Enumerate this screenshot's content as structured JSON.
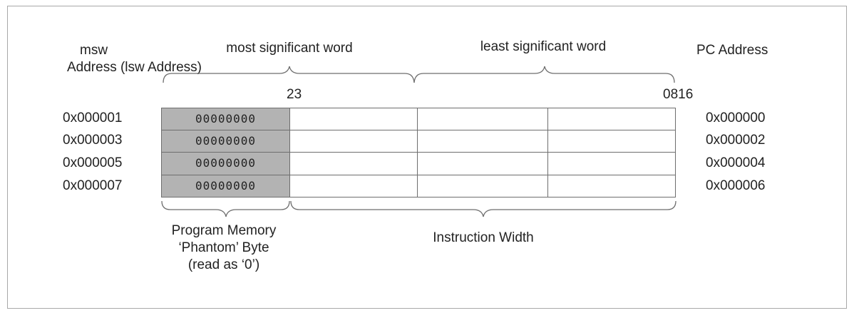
{
  "labels": {
    "msw_header_line1": "msw",
    "msw_header_line2": "Address (lsw Address)",
    "msw_word": "most significant word",
    "lsw_word": "least significant word",
    "pc_header": "PC Address",
    "bit_23": "23",
    "bit_0816": "0816",
    "phantom_line1": "Program Memory",
    "phantom_line2": "‘Phantom’ Byte",
    "phantom_line3": "(read as ‘0’)",
    "instruction_width": "Instruction Width"
  },
  "rows": [
    {
      "msw_address": "0x000001",
      "phantom": "00000000",
      "pc_address": "0x000000"
    },
    {
      "msw_address": "0x000003",
      "phantom": "00000000",
      "pc_address": "0x000002"
    },
    {
      "msw_address": "0x000005",
      "phantom": "00000000",
      "pc_address": "0x000004"
    },
    {
      "msw_address": "0x000007",
      "phantom": "00000000",
      "pc_address": "0x000006"
    }
  ],
  "colors": {
    "phantom_fill": "#b3b3b3",
    "grid_line": "#6e6e6e",
    "brace": "#6e6e6e"
  }
}
